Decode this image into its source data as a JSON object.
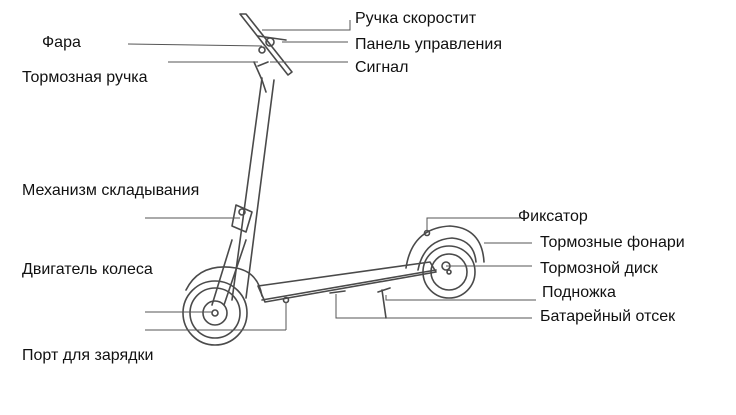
{
  "labels": {
    "headlight": "Фара",
    "brake_lever": "Тормозная ручка",
    "folding_mechanism": "Механизм складывания",
    "wheel_motor": "Двигатель колеса",
    "charging_port": "Порт для зарядки",
    "throttle": "Ручка скоростит",
    "control_panel": "Панель управления",
    "bell": "Сигнал",
    "latch": "Фиксатор",
    "brake_lights": "Тормозные фонари",
    "brake_disc": "Тормозной диск",
    "kickstand": "Подножка",
    "battery_compartment": "Батарейный отсек"
  },
  "colors": {
    "line": "#555555",
    "text": "#111111"
  }
}
